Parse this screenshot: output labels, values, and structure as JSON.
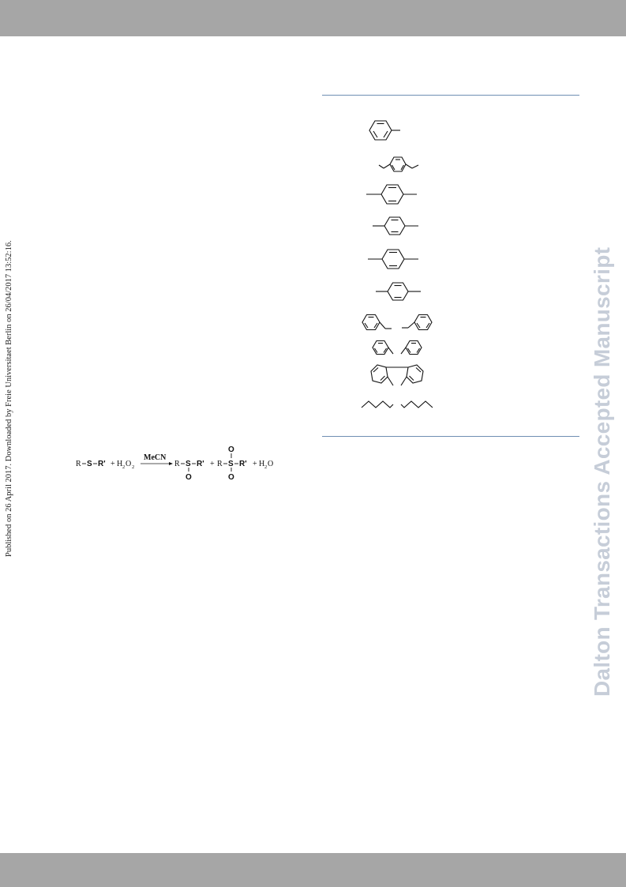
{
  "header": {},
  "sidebar": {
    "published_note": "Published on 26 April 2017. Downloaded by Freie Universitaet Berlin on 26/04/2017 13:52:16."
  },
  "watermark": {
    "text": "Dalton Transactions Accepted Manuscript"
  },
  "scheme": {
    "r1": "R",
    "s1": "S",
    "rp1": "R'",
    "plus1": "+",
    "h2o2_h": "H",
    "h2o2_2a": "2",
    "h2o2_o": "O",
    "h2o2_2b": "2",
    "solvent": "MeCN",
    "r2": "R",
    "s2": "S",
    "o_sulfoxide": "O",
    "rp2": "R'",
    "plus2": "+",
    "r3": "R",
    "s3": "S",
    "o_sulfone_top": "O",
    "o_sulfone_bottom": "O",
    "rp3": "R'",
    "plus3": "+",
    "water_h": "H",
    "water_2": "2",
    "water_o": "O"
  },
  "colors": {
    "bar": "#a6a6a6",
    "rule": "#6f8fb3",
    "watermark": "#c6cdd8"
  }
}
